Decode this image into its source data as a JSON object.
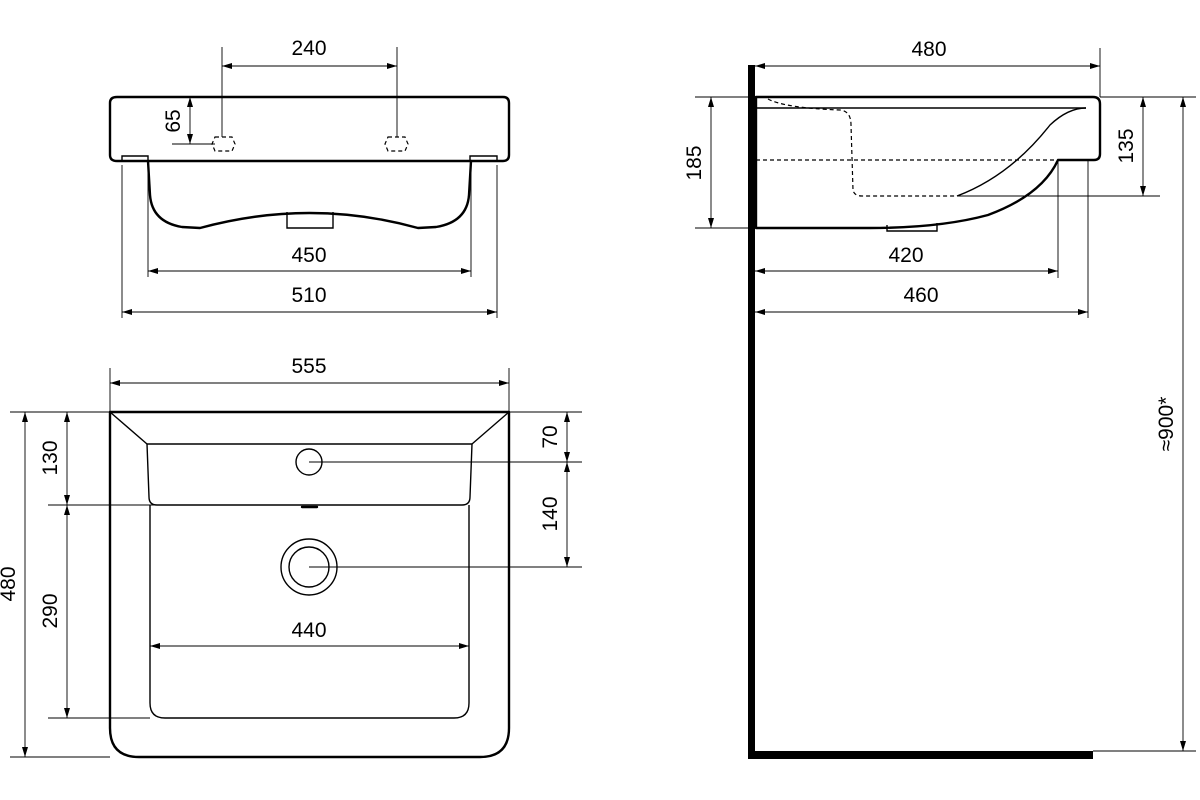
{
  "top_view": {
    "dims": {
      "tap_holes_spacing": "240",
      "tap_hole_offset": "65",
      "bowl_bottom_width": "450",
      "overall_width": "510"
    }
  },
  "plan_view": {
    "dims": {
      "overall_width": "555",
      "tap_hole_depth": "130",
      "overall_depth": "480",
      "bowl_depth": "290",
      "bowl_width": "440",
      "tap_to_back": "70",
      "tap_to_drain": "140"
    }
  },
  "side_view": {
    "dims": {
      "overall_depth": "480",
      "overall_height": "185",
      "front_height": "135",
      "bowl_depth": "420",
      "bottom_depth": "460",
      "mounting_height": "≈900*"
    }
  }
}
